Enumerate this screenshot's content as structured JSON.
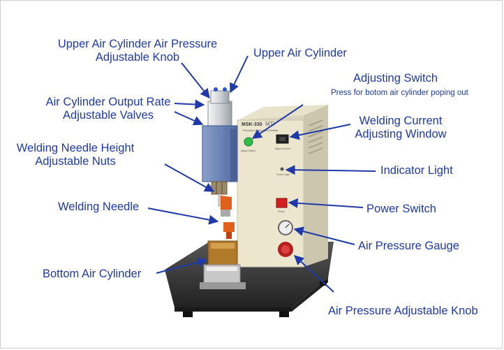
{
  "labels": {
    "upper_cyl_knob_l1": "Upper Air Cylinder Air Pressure",
    "upper_cyl_knob_l2": "Adjustable Knob",
    "upper_cyl": "Upper Air Cylinder",
    "output_valves_l1": "Air Cylinder Output Rate",
    "output_valves_l2": "Adjustable Valves",
    "adjusting_switch": "Adjusting Switch",
    "adjusting_switch_note": "Press for botom air cylinder poping out",
    "welding_current_l1": "Welding Current",
    "welding_current_l2": "Adjusting Window",
    "needle_height_l1": "Welding Needle Height",
    "needle_height_l2": "Adjustable Nuts",
    "indicator": "Indicator Light",
    "needle": "Welding Needle",
    "power": "Power Switch",
    "gauge": "Air Pressure Gauge",
    "bottom_cyl": "Bottom Air Cylinder",
    "pressure_knob": "Air Pressure Adjustable Knob"
  },
  "machine": {
    "model": "MSK-330",
    "brand": "MTI",
    "subtitle": "Precision Pulse Spot Welder",
    "label_switch": "Adjust Switch",
    "label_window": "Adjust Current",
    "label_indicator": "Power Light",
    "label_power": "Power"
  },
  "colors": {
    "label_text": "#1f3aa8",
    "arrow": "#1f3aa8",
    "panel_front": "#ede6cf",
    "panel_side": "#d9d3bd",
    "cylinder_blue": "#6d86b8",
    "base": "#3a3a3a",
    "power_red": "#d42020",
    "clamp_orange": "#e0601c",
    "switch_green": "#2fbf46"
  }
}
